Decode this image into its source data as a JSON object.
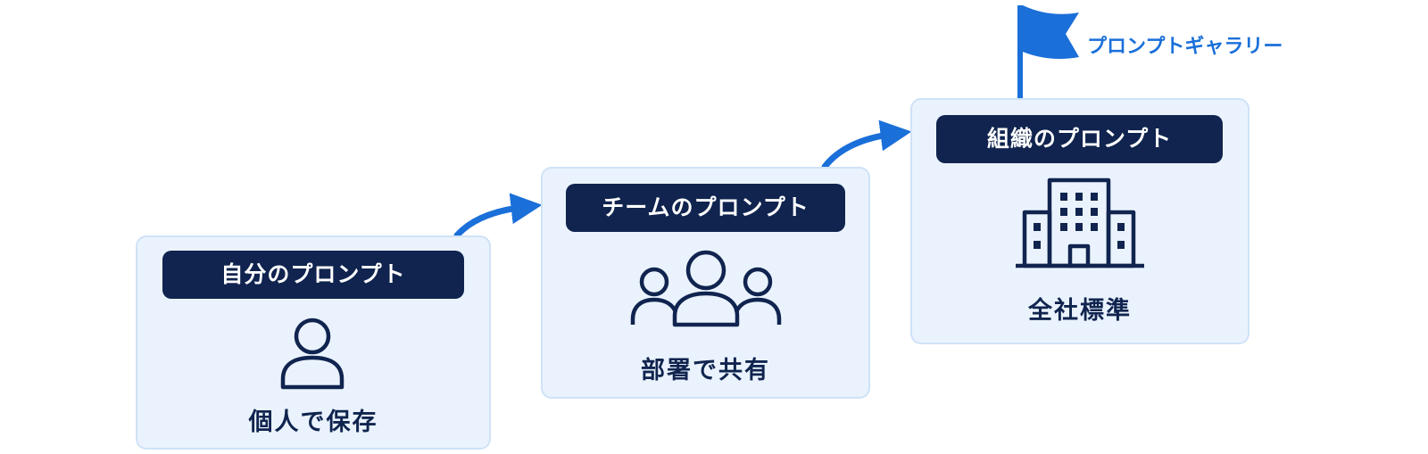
{
  "steps": [
    {
      "title": "自分のプロンプト",
      "caption": "個人で保存",
      "icon": "person-icon"
    },
    {
      "title": "チームのプロンプト",
      "caption": "部署で共有",
      "icon": "team-icon"
    },
    {
      "title": "組織のプロンプト",
      "caption": "全社標準",
      "icon": "building-icon"
    }
  ],
  "flag": {
    "label": "プロンプトギャラリー",
    "icon": "flag-icon"
  },
  "colors": {
    "card_bg": "#eaf3fd",
    "card_border": "#cfe2f7",
    "pill_bg": "#10244f",
    "text_dark": "#10244f",
    "accent": "#1a6fd9"
  }
}
